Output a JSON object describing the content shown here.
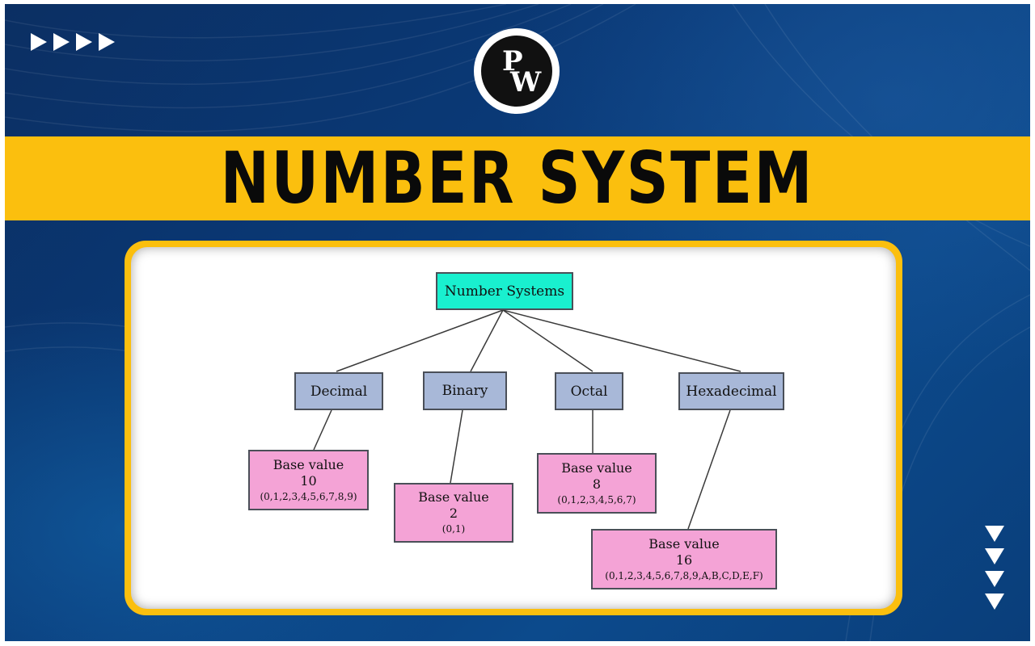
{
  "title": "NUMBER SYSTEM",
  "logo": {
    "text_p": "P",
    "text_w": "W"
  },
  "colors": {
    "banner": "#fbbf0e",
    "background": "#0a3a78",
    "root_node": "#19f0cf",
    "type_node": "#a8b8d8",
    "base_node": "#f4a3d6"
  },
  "diagram": {
    "root": "Number Systems",
    "systems": [
      {
        "name": "Decimal",
        "base_label": "Base value",
        "base": "10",
        "digits": "(0,1,2,3,4,5,6,7,8,9)"
      },
      {
        "name": "Binary",
        "base_label": "Base value",
        "base": "2",
        "digits": "(0,1)"
      },
      {
        "name": "Octal",
        "base_label": "Base value",
        "base": "8",
        "digits": "(0,1,2,3,4,5,6,7)"
      },
      {
        "name": "Hexadecimal",
        "base_label": "Base value",
        "base": "16",
        "digits": "(0,1,2,3,4,5,6,7,8,9,A,B,C,D,E,F)"
      }
    ]
  }
}
